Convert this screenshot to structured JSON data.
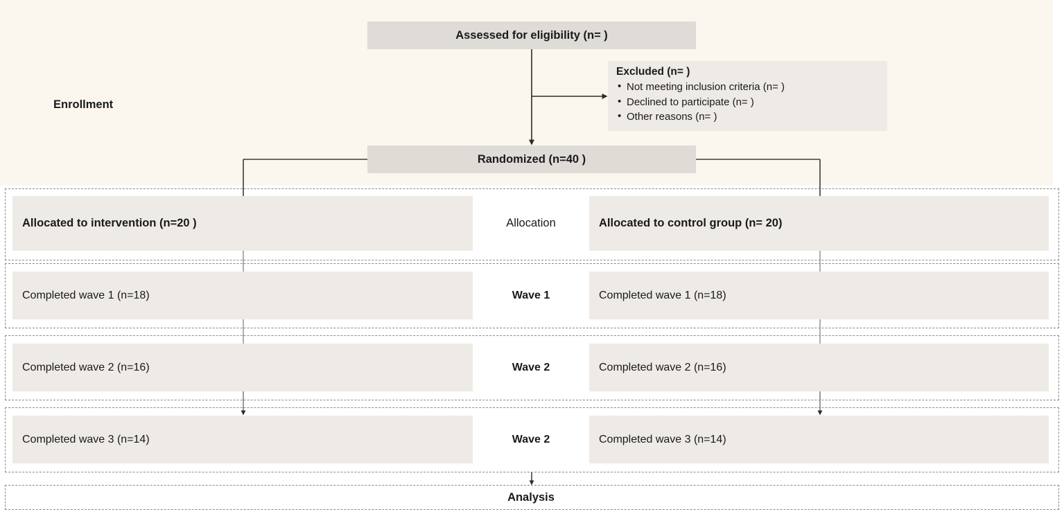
{
  "diagram": {
    "title": "CONSORT participant flow diagram",
    "colors": {
      "enrollment_background": "#fbf7ee",
      "page_background": "#ffffff",
      "box_dark": "#dfdcd8",
      "box_light": "#eeeae6",
      "band_border": "#8a8a8a",
      "text": "#1a1a1a",
      "connector": "#3a3a3a"
    }
  },
  "enrollment": {
    "stage_label": "Enrollment",
    "assessed": "Assessed for eligibility (n=  )",
    "excluded_title": "Excluded  (n=  )",
    "excluded_reasons": [
      "Not meeting inclusion criteria (n=  )",
      "Declined to participate (n=  )",
      "Other reasons (n=  )"
    ],
    "randomized": "Randomized (n=40 )"
  },
  "allocation": {
    "stage_label": "Allocation",
    "left": "Allocated to intervention (n=20 )",
    "right": "Allocated to control group (n= 20)"
  },
  "waves": [
    {
      "stage_label": "Wave 1",
      "left": "Completed wave 1 (n=18)",
      "right": "Completed wave 1 (n=18)"
    },
    {
      "stage_label": "Wave 2",
      "left": "Completed wave 2 (n=16)",
      "right": "Completed wave 2 (n=16)"
    },
    {
      "stage_label": "Wave 2",
      "left": "Completed wave 3 (n=14)",
      "right": "Completed wave 3 (n=14)"
    }
  ],
  "analysis": {
    "stage_label": "Analysis"
  }
}
